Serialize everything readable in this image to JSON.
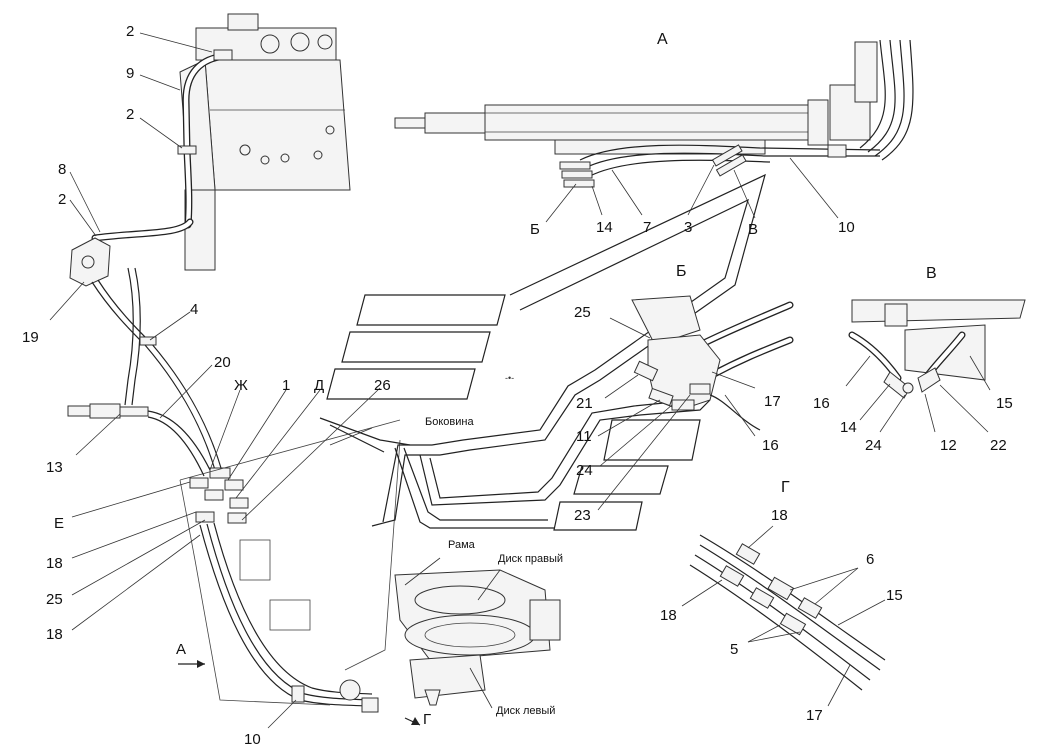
{
  "view_titles": {
    "a": "А",
    "b": "Б",
    "v": "В",
    "g": "Г"
  },
  "letters": {
    "A_arrow": "А",
    "G_arrow": "Г",
    "B_mark": "Б",
    "V_mark": "В",
    "E": "Е",
    "Zh": "Ж",
    "D": "Д"
  },
  "captions": {
    "bokovina": "Боковина",
    "rama": "Рама",
    "disk_pravyi": "Диск правый",
    "disk_levyi": "Диск левый"
  },
  "callouts": {
    "main": {
      "n2a": "2",
      "n9": "9",
      "n2b": "2",
      "n8": "8",
      "n2c": "2",
      "n19": "19",
      "n4": "4",
      "n20": "20",
      "n13": "13",
      "n1": "1",
      "n26": "26",
      "n18a": "18",
      "n25": "25",
      "n18b": "18",
      "n10": "10"
    },
    "view_a": {
      "n14": "14",
      "n7": "7",
      "n3": "3",
      "n10": "10"
    },
    "view_b": {
      "n25": "25",
      "n21": "21",
      "n17": "17",
      "n11": "11",
      "n16": "16",
      "n24": "24",
      "n23": "23"
    },
    "view_v": {
      "n16": "16",
      "n14": "14",
      "n24": "24",
      "n12": "12",
      "n22": "22",
      "n15": "15"
    },
    "view_g": {
      "n18a": "18",
      "n18b": "18",
      "n6": "6",
      "n15": "15",
      "n5": "5",
      "n17": "17"
    }
  }
}
